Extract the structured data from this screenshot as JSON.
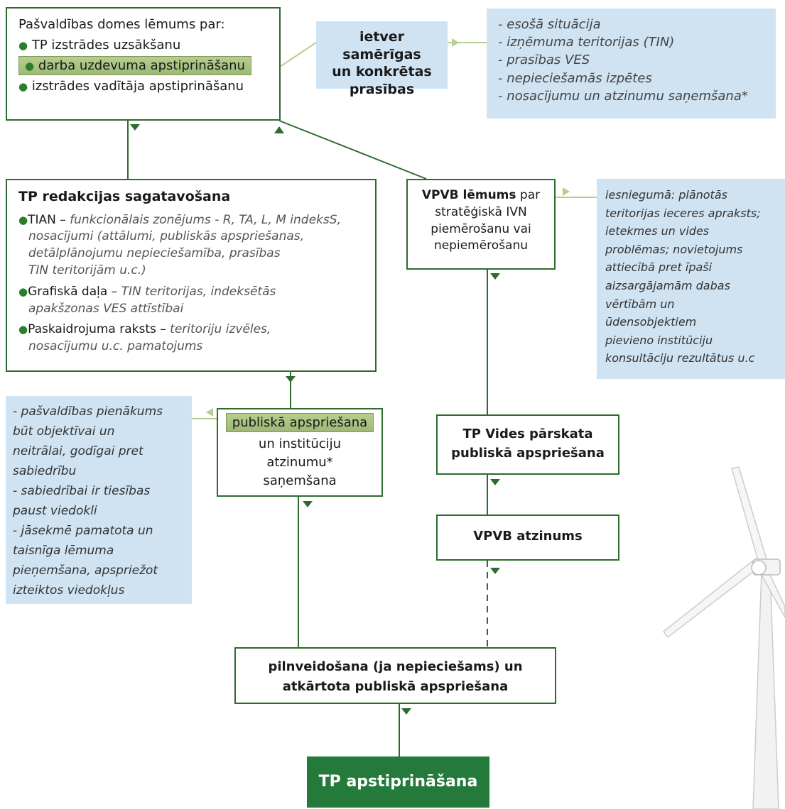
{
  "decision": {
    "title": "Pašvaldības domes lēmums par:",
    "items": [
      "TP izstrādes uzsākšanu",
      "darba uzdevuma apstiprināšanu",
      "izstrādes vadītāja apstiprināšanu"
    ]
  },
  "requirements_label": {
    "line1": "ietver samērīgas",
    "line2": "un konkrētas",
    "line3": "prasības"
  },
  "requirements_list": [
    "- esošā situācija",
    "- izņēmuma teritorijas (TIN)",
    "- prasības VES",
    "- nepieciešamās izpētes",
    "- nosacījumu un atzinumu saņemšana*"
  ],
  "draft": {
    "title": "TP redakcijas sagatavošana",
    "tian_label": "TIAN – ",
    "tian_line1": "funkcionālais zonējums - R, TA, L, M indeksS,",
    "tian_line2": "nosacījumi (attālumi, publiskās apspriešanas,",
    "tian_line3": "detālplānojumu nepieciešamība, prasības",
    "tian_line4": "TIN teritorijām u.c.)",
    "graph_label": "Grafiskā daļa – ",
    "graph_line1": "TIN teritorijas, indeksētās",
    "graph_line2": "apakšzonas VES attīstībai",
    "expl_label": "Paskaidrojuma raksts – ",
    "expl_line1": "teritoriju izvēles,",
    "expl_line2": "nosacījumu u.c. pamatojums"
  },
  "vpvb_decision": {
    "bold": "VPVB lēmums",
    "rest": " par",
    "line2": "stratēģiskā IVN",
    "line3": "piemērošanu vai",
    "line4": "nepiemērošanu"
  },
  "submission_note": [
    "iesniegumā: plānotās",
    "teritorijas ieceres apraksts;",
    "ietekmes un vides",
    "problēmas; novietojums",
    "attiecībā pret īpaši",
    "aizsargājamām dabas",
    "vērtībām un",
    "ūdensobjektiem",
    "pievieno institūciju",
    "konsultāciju rezultātus u.c"
  ],
  "municipality_note": [
    "- pašvaldības pienākums",
    "būt objektīvai un",
    "neitrālai, godīgai pret",
    "sabiedrību",
    "- sabiedrībai ir tiesības",
    "paust viedokli",
    "- jāsekmē pamatota un",
    "taisnīga lēmuma",
    "pieņemšana, apspriežot",
    "izteiktos viedokļus"
  ],
  "public_box": {
    "highlight": "publiskā apspriešana",
    "line2": "un institūciju",
    "line3": "atzinumu*",
    "line4": "saņemšana"
  },
  "env_review": {
    "line1": "TP Vides pārskata",
    "line2": "publiskā apspriešana"
  },
  "vpvb_opinion": "VPVB atzinums",
  "finalize": {
    "line1": "pilnveidošana (ja nepieciešams) un",
    "line2": "atkārtota publiskā apspriešana"
  },
  "approval": "TP apstiprināšana",
  "colors": {
    "box_border": "#2e6b2e",
    "info_bg": "#cfe3f3",
    "highlight": "#a9c283",
    "approval_bg": "#237a3a",
    "arrow_light": "#b5cf8e"
  }
}
